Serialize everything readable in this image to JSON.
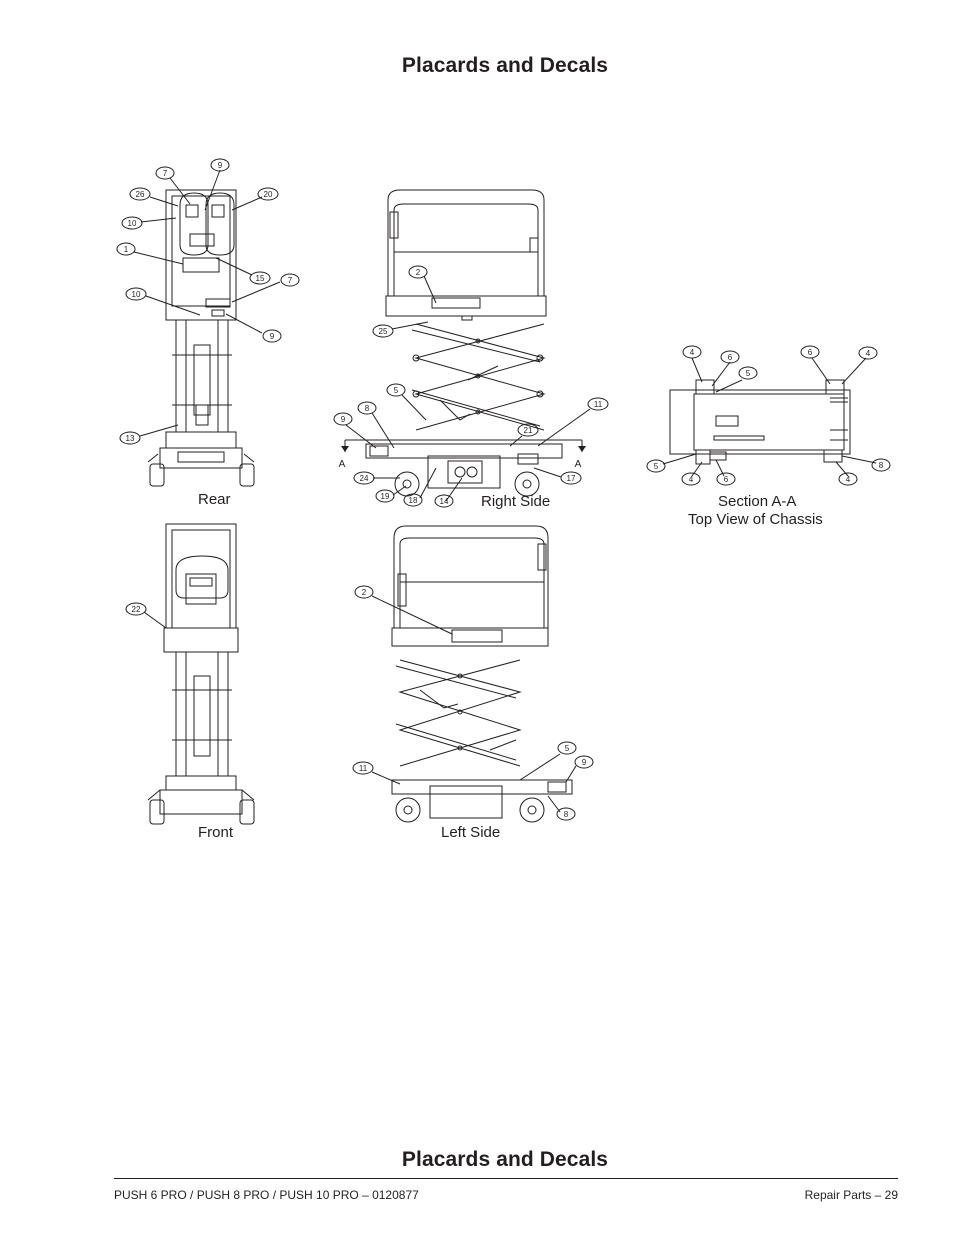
{
  "page": {
    "title_top": "Placards and Decals",
    "title_bottom": "Placards and Decals"
  },
  "views": {
    "rear": "Rear",
    "right_side": "Right Side",
    "section": "Section A-A",
    "section_sub": "Top View of Chassis",
    "front": "Front",
    "left_side": "Left Side",
    "section_marker": "A"
  },
  "callouts": {
    "rear": [
      "7",
      "9",
      "26",
      "20",
      "10",
      "1",
      "15",
      "7",
      "10",
      "9",
      "13"
    ],
    "right_side": [
      "2",
      "25",
      "5",
      "8",
      "9",
      "11",
      "21",
      "24",
      "19",
      "18",
      "14",
      "17"
    ],
    "section": [
      "4",
      "6",
      "5",
      "6",
      "4",
      "5",
      "4",
      "6",
      "8",
      "4"
    ],
    "front": [
      "22"
    ],
    "left_side": [
      "2",
      "5",
      "9",
      "11",
      "8"
    ]
  },
  "footer": {
    "left": "PUSH 6 PRO / PUSH 8 PRO / PUSH 10 PRO – 0120877",
    "right": "Repair Parts – 29"
  }
}
